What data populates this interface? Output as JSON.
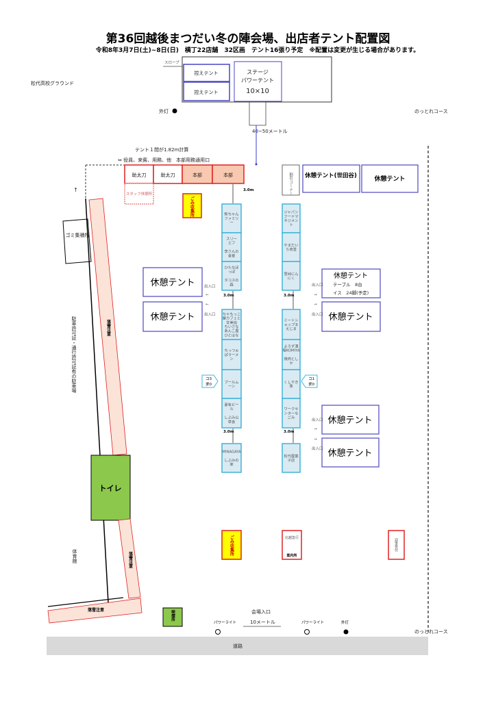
{
  "header": {
    "title": "第36回越後まつだい冬の陣会場、出店者テント配置図",
    "subtitle": "令和8年3月7日(土)~8日(日)　横丁22店舗　32区画　テント16張り予定　※配置は変更が生じる場合があります。"
  },
  "stage_area": {
    "slope": "スロープ",
    "reserve_tent_1": "控えテント",
    "reserve_tent_2": "控えテント",
    "stage_lines": [
      "ステージ",
      "パワーテント",
      "10×10"
    ],
    "distance": "40~50メートル"
  },
  "labels": {
    "ground": "松代高校グラウンド",
    "outdoor_light": "外灯",
    "course": "のっとれコース",
    "tent_unit": "テント１間が1.82m計算",
    "staff_entrance": "⇔ 役員、来賓、用務、他　本部用務通用口",
    "spacing": "3.0m",
    "garbage_collection": "ゴミ集積所",
    "parking": "駐車許可証・通行許可証有の駐車場",
    "snow_warning": "落雪注意",
    "toilet": "トイレ",
    "gym": "体育館",
    "smoking": "喫煙所",
    "gomi": "ごみ収集所",
    "entrance_label": "出入口",
    "venue_entrance": "会場入口",
    "ten_meters": "10メートル",
    "power_light": "パワーライト",
    "road": "道路",
    "arrow_up": "↑",
    "arrow_left": "←",
    "arrow_right": "→"
  },
  "top_row": [
    "助太刀",
    "助太刀",
    "本部",
    "本部"
  ],
  "staff_rest": "スタッフ休憩所",
  "discount_corner": "割引コーナー",
  "rest_tents": {
    "setagaya": "休憩テント(世田谷)",
    "generic": "休憩テント",
    "table_note": "テーブル　8台",
    "chair_note": "イス　24脚(予定)"
  },
  "cone_left": [
    "コ3",
    "求0"
  ],
  "cone_right": [
    "コ1",
    "求0"
  ],
  "info": {
    "company": "北越急行",
    "desk": "案内所",
    "reception": "迎事受付"
  },
  "stalls_left": [
    [
      "新ちゃん",
      "ファミリ",
      "ー"
    ],
    [
      "スリー",
      "エフ",
      "",
      "李さんの",
      "食堂"
    ],
    [
      "ひたなぼ",
      "っぽ",
      "",
      "タコスの",
      "森"
    ],
    [
      "ちゃもっこ",
      "屋カフェと",
      "甘美協",
      "ちいさな",
      "あんこ屋",
      "ひとはな"
    ],
    [
      "ちっつぉ",
      "ぱラーメ",
      "ン"
    ],
    [
      "ブールム",
      "ーン"
    ],
    [
      "妻有ビー",
      "ル",
      "",
      "しぶみ山",
      "草舎"
    ],
    [
      "MINAGAYA",
      "",
      "しぶみの",
      "家"
    ]
  ],
  "stalls_right": [
    [
      "ジャパン",
      "フードマ",
      "ネジメン",
      "ト"
    ],
    [
      "やまだい",
      "ら食堂"
    ],
    [
      "雪峠にん",
      "にく"
    ],
    [
      "ミートシ",
      "ョップま",
      "えじま"
    ],
    [
      "よろず酒",
      "場KOMIYA",
      "",
      "焼肉とし",
      "や"
    ],
    [
      "くしやき",
      "準"
    ],
    [
      "ワークセ",
      "ンターな",
      "ごみ"
    ],
    [
      "松代屋菓",
      "子店"
    ]
  ],
  "colors": {
    "stall_fill": "#d9eaf3",
    "stall_stroke": "#3fb3d9",
    "rest_stroke": "#4a45c0",
    "red": "#e02020",
    "salmon": "#f8c8b0",
    "strip": "#fbe3d8",
    "green": "#8cc84b",
    "yellow": "#ffff00",
    "road": "#d9d9d9"
  }
}
